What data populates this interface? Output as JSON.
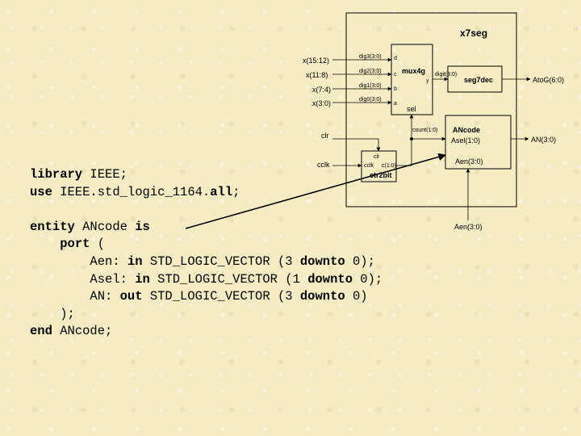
{
  "diagram": {
    "title": "x7seg",
    "inputs": [
      "x(15:12)",
      "x(11:8)",
      "x(7:4)",
      "x(3:0)",
      "clr",
      "cclk"
    ],
    "buses": [
      "dig3(3:0)",
      "dig2(3:0)",
      "dig1(3:0)",
      "dig0(3:0)",
      "digit(3:0)",
      "count(1:0)",
      "c(1:0)"
    ],
    "mux_ports": [
      "d",
      "c",
      "b",
      "a"
    ],
    "mux_sel": "sel",
    "mux_out": "y",
    "blocks": {
      "mux": "mux4g",
      "decoder": "seg7dec",
      "ancode": "ANcode",
      "ancode_asel": "Asel(1:0)",
      "ancode_aen": "Aen(3:0)",
      "counter": "ctr2bit",
      "counter_clr": "clr",
      "counter_clk": "cclk"
    },
    "outputs": [
      "AtoG(6:0)",
      "AN(3:0)"
    ],
    "aen_input": "Aen(3:0)"
  },
  "code": {
    "lines": [
      [
        {
          "t": "library",
          "k": true
        },
        {
          "t": " IEEE;",
          "k": false
        }
      ],
      [
        {
          "t": "use",
          "k": true
        },
        {
          "t": " IEEE.std_logic_1164.",
          "k": false
        },
        {
          "t": "all",
          "k": true
        },
        {
          "t": ";",
          "k": false
        }
      ],
      [
        {
          "t": "",
          "k": false
        }
      ],
      [
        {
          "t": "entity",
          "k": true
        },
        {
          "t": " ANcode ",
          "k": false
        },
        {
          "t": "is",
          "k": true
        }
      ],
      [
        {
          "t": "    ",
          "k": false
        },
        {
          "t": "port",
          "k": true
        },
        {
          "t": " (",
          "k": false
        }
      ],
      [
        {
          "t": "        Aen: ",
          "k": false
        },
        {
          "t": "in",
          "k": true
        },
        {
          "t": " STD_LOGIC_VECTOR (3 ",
          "k": false
        },
        {
          "t": "downto",
          "k": true
        },
        {
          "t": " 0);",
          "k": false
        }
      ],
      [
        {
          "t": "        Asel: ",
          "k": false
        },
        {
          "t": "in",
          "k": true
        },
        {
          "t": " STD_LOGIC_VECTOR (1 ",
          "k": false
        },
        {
          "t": "downto",
          "k": true
        },
        {
          "t": " 0);",
          "k": false
        }
      ],
      [
        {
          "t": "        AN: ",
          "k": false
        },
        {
          "t": "out",
          "k": true
        },
        {
          "t": " STD_LOGIC_VECTOR (3 ",
          "k": false
        },
        {
          "t": "downto",
          "k": true
        },
        {
          "t": " 0)",
          "k": false
        }
      ],
      [
        {
          "t": "    );",
          "k": false
        }
      ],
      [
        {
          "t": "end",
          "k": true
        },
        {
          "t": " ANcode;",
          "k": false
        }
      ]
    ]
  }
}
